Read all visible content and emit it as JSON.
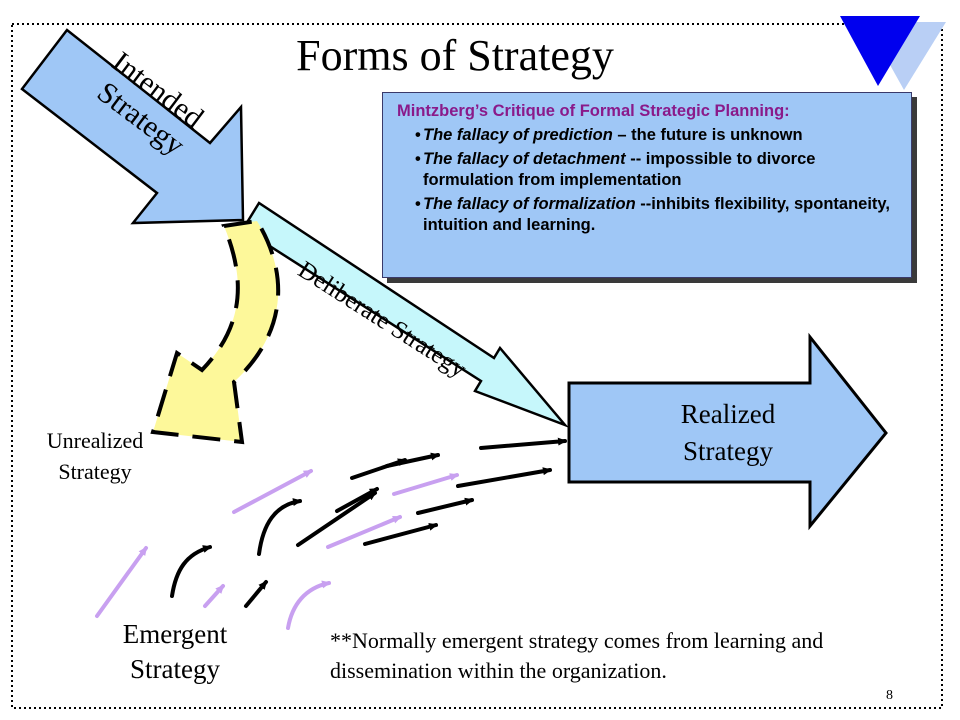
{
  "slide": {
    "title": "Forms of Strategy",
    "page_number": "8"
  },
  "arrows": {
    "intended": {
      "label_line1": "Intended",
      "label_line2": "Strategy"
    },
    "deliberate": {
      "label": "Deliberate Strategy"
    },
    "unrealized": {
      "label_line1": "Unrealized",
      "label_line2": "Strategy"
    },
    "realized": {
      "label_line1": "Realized",
      "label_line2": "Strategy"
    },
    "emergent": {
      "label_line1": "Emergent",
      "label_line2": "Strategy"
    }
  },
  "critique": {
    "heading": "Mintzberg’s Critique of Formal Strategic Planning:",
    "items": [
      {
        "name": "The fallacy of  prediction",
        "text": " – the future is unknown"
      },
      {
        "name": "The fallacy of detachment",
        "text": "  -- impossible to divorce formulation from implementation"
      },
      {
        "name": "The fallacy of formalization",
        "text": " --inhibits flexibility, spontaneity, intuition and learning."
      }
    ]
  },
  "footnote": "**Normally emergent strategy comes from learning and dissemination within the organization.",
  "colors": {
    "arrow_blue": "#9fc7f6",
    "deliberate_cyan": "#c6f7fb",
    "unrealized_yellow": "#fdf89a",
    "emergent_purple": "#c8a0f0",
    "logo_blue": "#0000ee",
    "logo_light_blue": "#b9cff5",
    "heading_purple": "#8a1a8a"
  }
}
